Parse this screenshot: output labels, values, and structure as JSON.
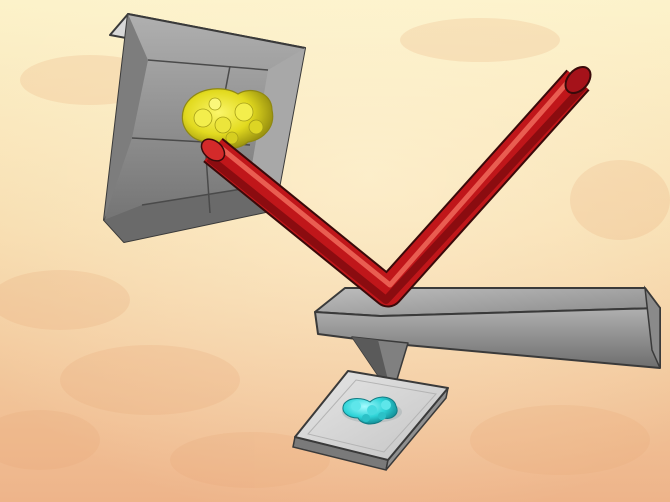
{
  "scene": {
    "caption": "",
    "parts": [
      "mirror-block",
      "yellow-crystal",
      "red-laser-beam",
      "cantilever-arm",
      "probe-tip",
      "sample-stage",
      "cyan-molecule"
    ]
  },
  "colors": {
    "background_top": "#fbeec4",
    "background_bottom": "#e9a97e",
    "metal_light": "#d9d9d9",
    "metal_mid": "#9f9f9f",
    "metal_dark": "#5e5e5e",
    "beam_red": "#c0161a",
    "beam_highlight": "#f06a5c",
    "crystal_yellow": "#e7e125",
    "molecule_cyan": "#2fd4d8"
  }
}
